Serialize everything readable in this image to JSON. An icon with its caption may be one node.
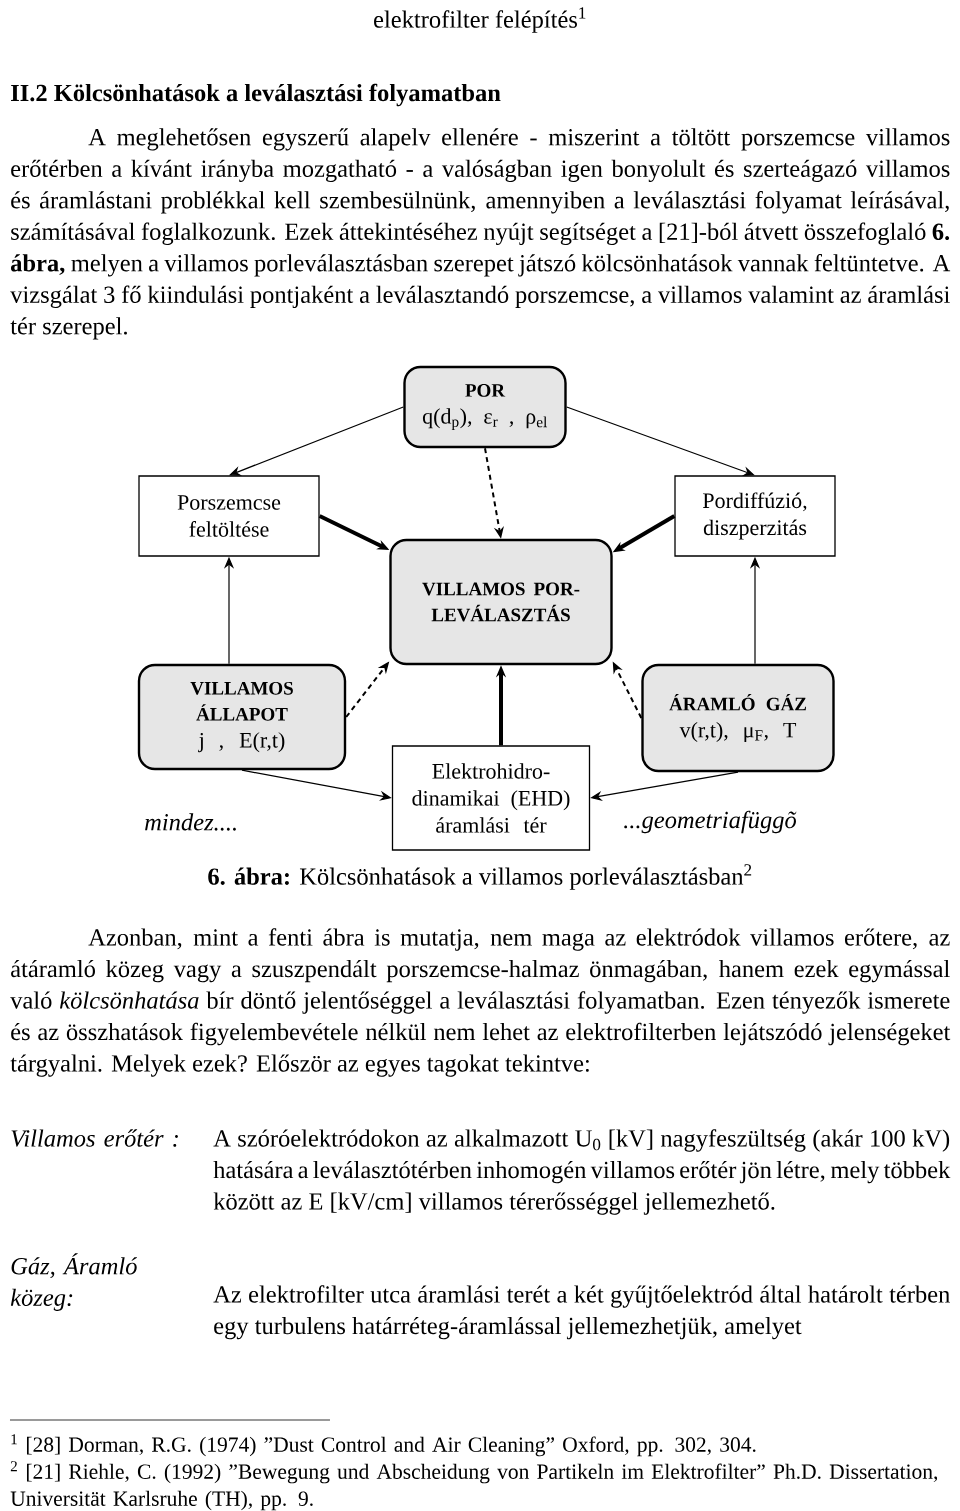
{
  "diagram": {
    "title": "II.2 Kölcsönhatások a leválasztási folyamatban",
    "caption": "**6. ábra:** Kölcsönhatások a villamos porleválasztásban$^{2}$",
    "nodes": [
      {
        "text": [
          "POR",
          "q(d$_{p}$), ε$_{r}$ , ρ$_{el}$"
        ]
      },
      {
        "text": [
          "Porszemcse feltöltése"
        ]
      },
      {
        "text": [
          "Pordiffúzió, diszperzitás"
        ]
      },
      {
        "text": [
          "VILLAMOS POR-LEVÁLASZTÁS"
        ]
      },
      {
        "text": [
          "VILLAMOS ÁLLAPOT",
          "j , E(r,t)"
        ]
      },
      {
        "text": [
          "Elektrohidro-dinamikai (EHD) áramlási tér"
        ]
      },
      {
        "text": [
          "ÁRAMLÓ GÁZ",
          "v(r,t), μ$_{F}$, T"
        ]
      }
    ],
    "edges": [
      {
        "from": 0,
        "to": 1,
        "arrow": "to"
      },
      {
        "from": 0,
        "to": 2,
        "arrow": "to"
      },
      {
        "from": 0,
        "to": 3,
        "arrow": "to",
        "style": "dashed"
      },
      {
        "from": 1,
        "to": 3,
        "arrow": "to",
        "style": "thick"
      },
      {
        "from": 2,
        "to": 3,
        "arrow": "to",
        "style": "thick"
      },
      {
        "from": 4,
        "to": 1,
        "arrow": "to"
      },
      {
        "from": 6,
        "to": 2,
        "arrow": "to"
      },
      {
        "from": 4,
        "to": 3,
        "arrow": "to",
        "style": "dashed"
      },
      {
        "from": 6,
        "to": 3,
        "arrow": "to",
        "style": "dashed"
      },
      {
        "from": 5,
        "to": 3,
        "arrow": "to",
        "style": "thick"
      },
      {
        "from": 4,
        "to": 5,
        "arrow": "to"
      },
      {
        "from": 6,
        "to": 5,
        "arrow": "to"
      }
    ],
    "labels": [
      "elektrofilter felépítés$^{1}$",
      "A meglehetősen egyszerű alapelv ellenére - miszerint a töltött porszemcse villamos erőtérben a kívánt irányba mozgatható - a valóságban igen bonyolult és szerteágazó villamos és áramlástani problékkal kell szembesülnünk, amennyiben a leválasztási folyamat leírásával, számításával foglalkozunk. Ezek áttekintéséhez nyújt segítséget a [21]-ból átvett összefoglaló **6. ábra,** melyen a villamos porleválasztásban szerepet játszó kölcsönhatások vannak feltüntetve. A vizsgálat 3 fő kiindulási pontjaként a leválasztandó porszemcse, a villamos valamint az áramlási tér szerepel.",
      "mindez....",
      "...geometriafüggõ",
      "Azonban, mint a fenti ábra is mutatja, nem maga az elektródok villamos erőtere, az átáramló közeg vagy a szuszpendált porszemcse-halmaz önmagában, hanem ezek egymással való *kölcsönhatása* bír döntő jelentőséggel a leválasztási folyamatban. Ezen tényezők ismerete és az összhatások figyelembevétele nélkül nem lehet az elektrofilterben lejátszódó jelenségeket tárgyalni. Melyek ezek? Először az egyes tagokat tekintve:",
      "Villamos erőtér :",
      "A szóróelektródokon az alkalmazott U$_{0}$ [kV] nagyfeszültség (akár 100 kV) hatására a leválasztótérben inhomogén villamos erőtér jön létre, mely többek között az E [kV/cm] villamos térerősséggel jellemezhető.",
      "Gáz, Áramló közeg:",
      "Az elektrofilter utca áramlási terét a két gyűjtőelektród által határolt térben egy turbulens határréteg-áramlással jellemezhetjük, amelyet",
      "$^{1}$ [28] Dorman, R.G. (1974) ”Dust Control and Air Cleaning” Oxford, pp. 302, 304.",
      "$^{2}$ [21] Riehle, C. (1992) ”Bewegung und Abscheidung von Partikeln im Elektrofilter” Ph.D. Dissertation, Universität Karlsruhe (TH), pp. 9."
    ]
  }
}
